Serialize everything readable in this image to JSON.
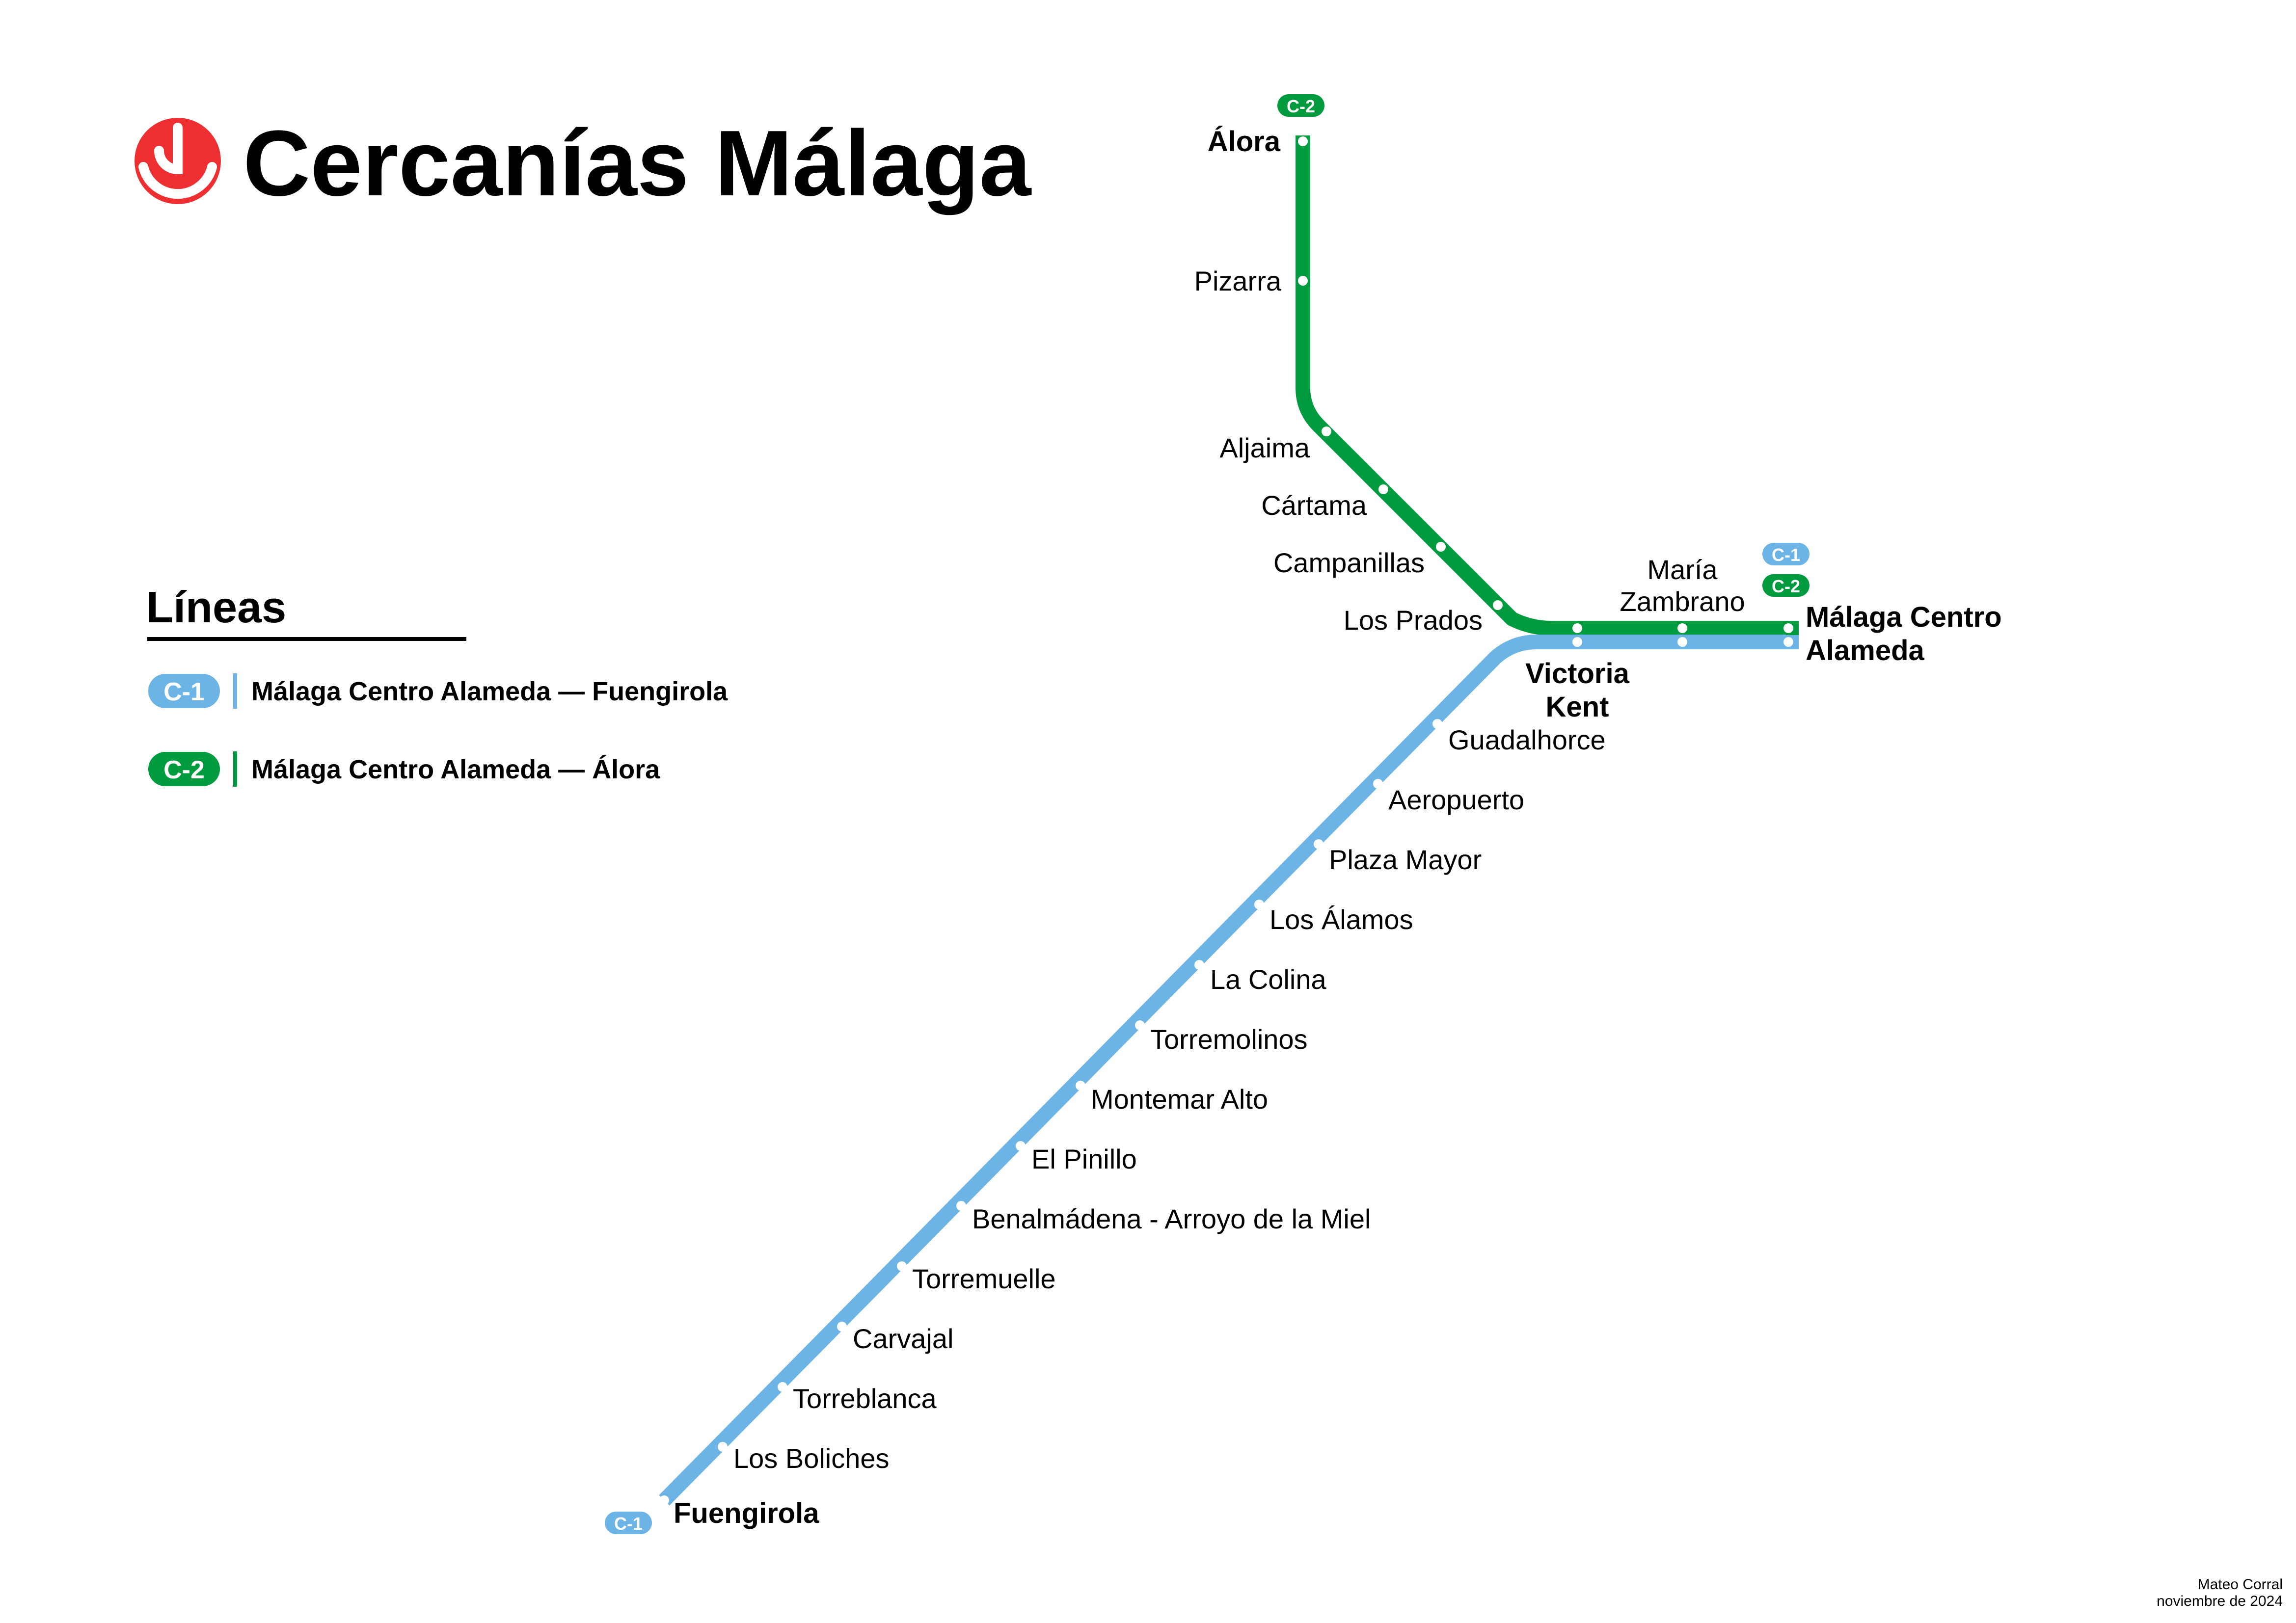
{
  "title": "Cercanías Málaga",
  "legend": {
    "heading": "Líneas",
    "items": [
      {
        "badge": "C-1",
        "color": "#6cb4e6",
        "description": "Málaga Centro Alameda — Fuengirola"
      },
      {
        "badge": "C-2",
        "color": "#009b3e",
        "description": "Málaga Centro Alameda — Álora"
      }
    ]
  },
  "lines": {
    "c1": {
      "badge": "C-1",
      "color": "#6cb4e6"
    },
    "c2": {
      "badge": "C-2",
      "color": "#009b3e"
    }
  },
  "stations": {
    "alora": "Álora",
    "pizarra": "Pizarra",
    "aljaima": "Aljaima",
    "cartama": "Cártama",
    "campanillas": "Campanillas",
    "los_prados": "Los Prados",
    "maria_zambrano_1": "María",
    "maria_zambrano_2": "Zambrano",
    "malaga_centro_1": "Málaga Centro",
    "malaga_centro_2": "Alameda",
    "victoria_kent_1": "Victoria",
    "victoria_kent_2": "Kent",
    "guadalhorce": "Guadalhorce",
    "aeropuerto": "Aeropuerto",
    "plaza_mayor": "Plaza Mayor",
    "los_alamos": "Los Álamos",
    "la_colina": "La Colina",
    "torremolinos": "Torremolinos",
    "montemar_alto": "Montemar Alto",
    "el_pinillo": "El Pinillo",
    "benalmadena": "Benalmádena - Arroyo de la Miel",
    "torremuelle": "Torremuelle",
    "carvajal": "Carvajal",
    "torreblanca": "Torreblanca",
    "los_boliches": "Los Boliches",
    "fuengirola": "Fuengirola"
  },
  "credit": {
    "author": "Mateo Corral",
    "date": "noviembre de 2024"
  },
  "colors": {
    "logo": "#ed2f32",
    "c1": "#6cb4e6",
    "c2": "#009b3e"
  },
  "icons": {
    "logo": "renfe-cercanias-logo-icon",
    "station": "station-dot-icon"
  }
}
